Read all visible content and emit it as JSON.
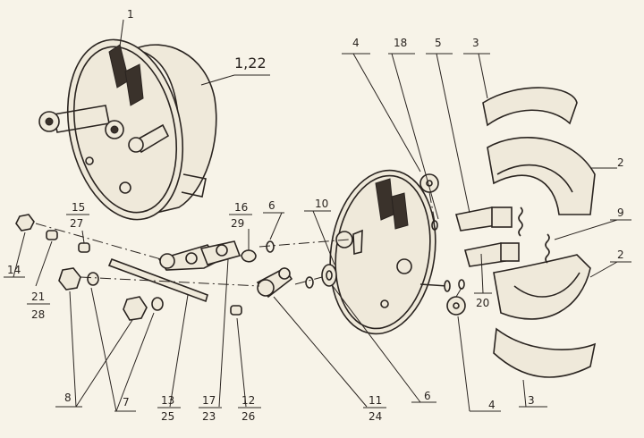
{
  "labels": {
    "l1": "1",
    "l1_22": "1,22",
    "l2a": "2",
    "l2b": "2",
    "l3a": "3",
    "l3b": "3",
    "l4a": "4",
    "l4b": "4",
    "l5": "5",
    "l6a": "6",
    "l6b": "6",
    "l7": "7",
    "l8": "8",
    "l9": "9",
    "l10": "10",
    "l11": "11",
    "l24": "24",
    "l12": "12",
    "l26": "26",
    "l13": "13",
    "l25": "25",
    "l14": "14",
    "l15": "15",
    "l27": "27",
    "l16": "16",
    "l29": "29",
    "l17": "17",
    "l23": "23",
    "l18": "18",
    "l20": "20",
    "l21": "21",
    "l28": "28"
  }
}
